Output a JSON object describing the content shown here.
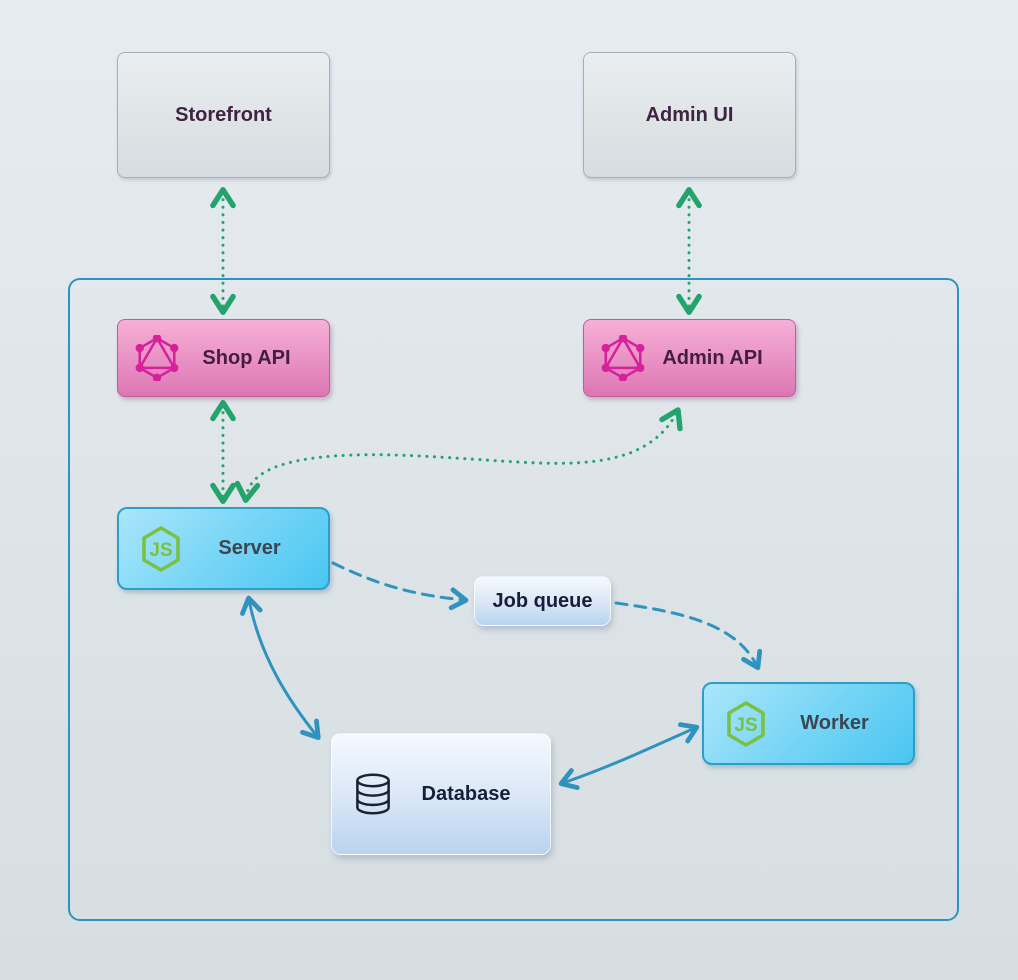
{
  "diagram": {
    "nodes": {
      "storefront": {
        "label": "Storefront"
      },
      "admin_ui": {
        "label": "Admin UI"
      },
      "shop_api": {
        "label": "Shop API",
        "icon": "graphql-icon"
      },
      "admin_api": {
        "label": "Admin API",
        "icon": "graphql-icon"
      },
      "server": {
        "label": "Server",
        "icon": "nodejs-icon"
      },
      "job_queue": {
        "label": "Job queue"
      },
      "worker": {
        "label": "Worker",
        "icon": "nodejs-icon"
      },
      "database": {
        "label": "Database",
        "icon": "database-icon"
      }
    },
    "edges": [
      {
        "from": "Storefront",
        "to": "Shop API",
        "direction": "bidirectional",
        "style": "dotted",
        "color": "#23a46c"
      },
      {
        "from": "Admin UI",
        "to": "Admin API",
        "direction": "bidirectional",
        "style": "dotted",
        "color": "#23a46c"
      },
      {
        "from": "Shop API",
        "to": "Server",
        "direction": "bidirectional",
        "style": "dotted",
        "color": "#23a46c"
      },
      {
        "from": "Server",
        "to": "Admin API",
        "direction": "bidirectional",
        "style": "dotted",
        "color": "#23a46c"
      },
      {
        "from": "Server",
        "to": "Job queue",
        "direction": "forward",
        "style": "dashed",
        "color": "#3093bf"
      },
      {
        "from": "Job queue",
        "to": "Worker",
        "direction": "forward",
        "style": "dashed",
        "color": "#3093bf"
      },
      {
        "from": "Server",
        "to": "Database",
        "direction": "bidirectional",
        "style": "solid",
        "color": "#3093bf"
      },
      {
        "from": "Worker",
        "to": "Database",
        "direction": "bidirectional",
        "style": "solid",
        "color": "#3093bf"
      }
    ],
    "colors": {
      "background_top": "#e7ecf2",
      "background_bottom": "#d6dee1",
      "green_edge": "#23a46c",
      "blue_edge": "#3093bf",
      "container_border": "#3093bf",
      "pink_node_top": "#f6b0d7",
      "pink_node_bottom": "#dd76b3",
      "blue_node_top": "#abe6fa",
      "blue_node_bottom": "#49c6f2",
      "soft_node_top": "#f5f9fe",
      "soft_node_bottom": "#b9d3f0",
      "plain_node_top": "#eaeef0",
      "plain_node_bottom": "#d6dcdf",
      "graphql_pink": "#d6219c",
      "nodejs_green": "#7ac143",
      "database_icon_ink": "#1a2430"
    }
  }
}
